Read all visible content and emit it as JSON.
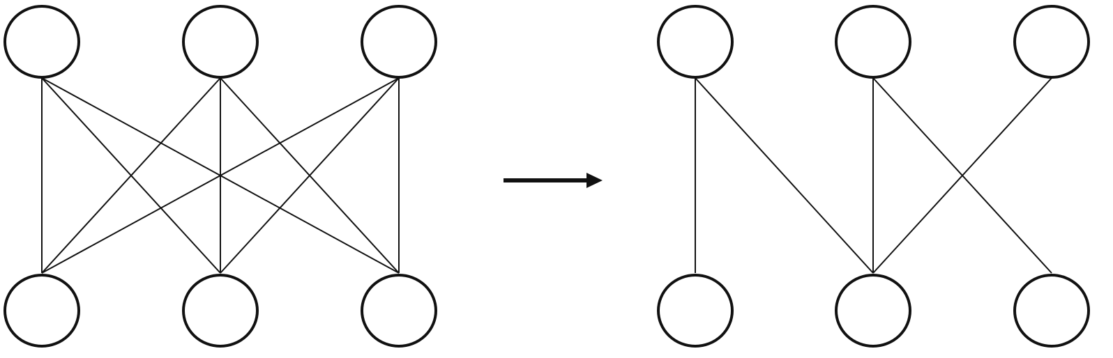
{
  "colors": {
    "stroke": "#111111",
    "background": "#ffffff"
  },
  "diagram": {
    "type": "bipartite-graph-transformation",
    "left_graph": {
      "top_nodes": [
        "t1",
        "t2",
        "t3"
      ],
      "bottom_nodes": [
        "b1",
        "b2",
        "b3"
      ],
      "edges": [
        [
          "t1",
          "b1"
        ],
        [
          "t1",
          "b2"
        ],
        [
          "t1",
          "b3"
        ],
        [
          "t2",
          "b1"
        ],
        [
          "t2",
          "b2"
        ],
        [
          "t2",
          "b3"
        ],
        [
          "t3",
          "b1"
        ],
        [
          "t3",
          "b2"
        ],
        [
          "t3",
          "b3"
        ]
      ]
    },
    "arrow": {
      "direction": "right",
      "icon": "arrow-right-icon"
    },
    "right_graph": {
      "top_nodes": [
        "t1",
        "t2",
        "t3"
      ],
      "bottom_nodes": [
        "b1",
        "b2",
        "b3"
      ],
      "edges": [
        [
          "t1",
          "b1"
        ],
        [
          "t1",
          "b2"
        ],
        [
          "t2",
          "b2"
        ],
        [
          "t2",
          "b3"
        ],
        [
          "t3",
          "b2"
        ]
      ]
    }
  }
}
